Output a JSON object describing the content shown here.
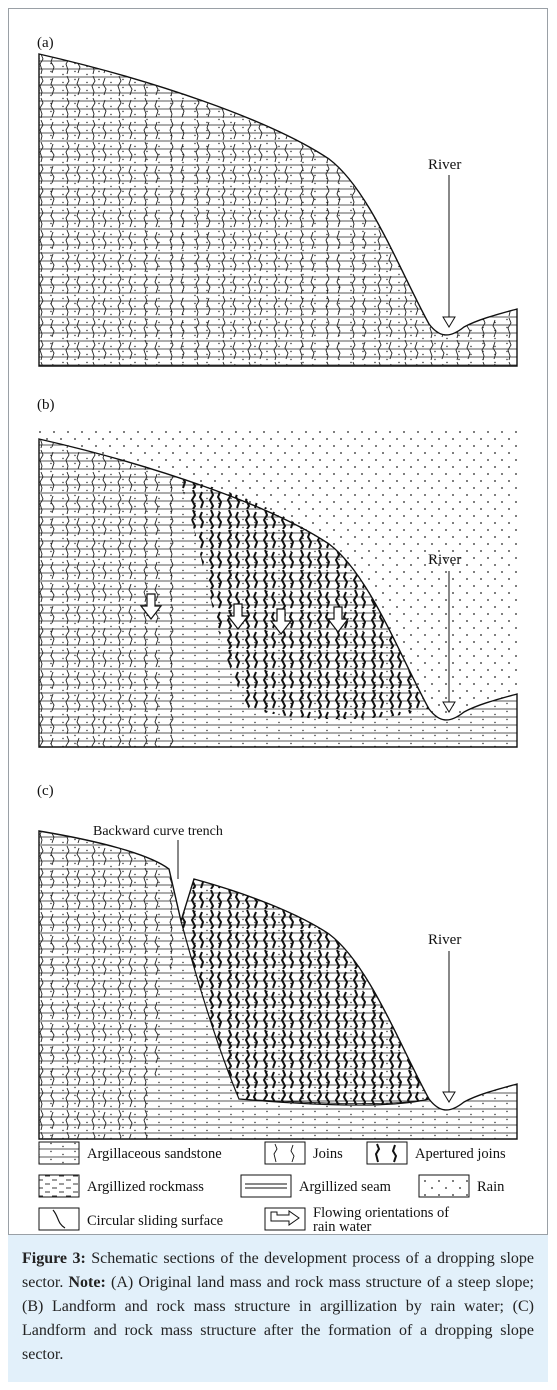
{
  "figure": {
    "panels": [
      {
        "label": "(a)",
        "river_label": "River"
      },
      {
        "label": "(b)",
        "river_label": "River"
      },
      {
        "label": "(c)",
        "river_label": "River",
        "callout": "Backward curve trench"
      }
    ],
    "legend": {
      "items": [
        {
          "label": "Argillaceous sandstone",
          "swatch": "horizontal-lines"
        },
        {
          "label": "Joins",
          "swatch": "joints"
        },
        {
          "label": "Apertured joins",
          "swatch": "apertured-joints"
        },
        {
          "label": "Argillized rockmass",
          "swatch": "dashes"
        },
        {
          "label": "Argillized seam",
          "swatch": "double-line"
        },
        {
          "label": "Rain",
          "swatch": "dots"
        },
        {
          "label": "Circular sliding surface",
          "swatch": "curve"
        },
        {
          "label_line1": "Flowing orientations of",
          "label_line2": "rain water",
          "swatch": "arrow"
        }
      ]
    }
  },
  "caption": {
    "prefix": "Figure 3:",
    "text": " Schematic sections of the development process of a dropping slope sector. ",
    "note_label": "Note:",
    "note_text": " (A) Original land mass and rock mass structure of a steep slope; (B) Landform and rock mass structure in argillization by rain water; (C) Landform and rock mass structure after the formation of a dropping slope sector."
  },
  "colors": {
    "caption_bg": "#e2f0fa",
    "ink": "#111111",
    "frame": "#9aa0a6"
  }
}
